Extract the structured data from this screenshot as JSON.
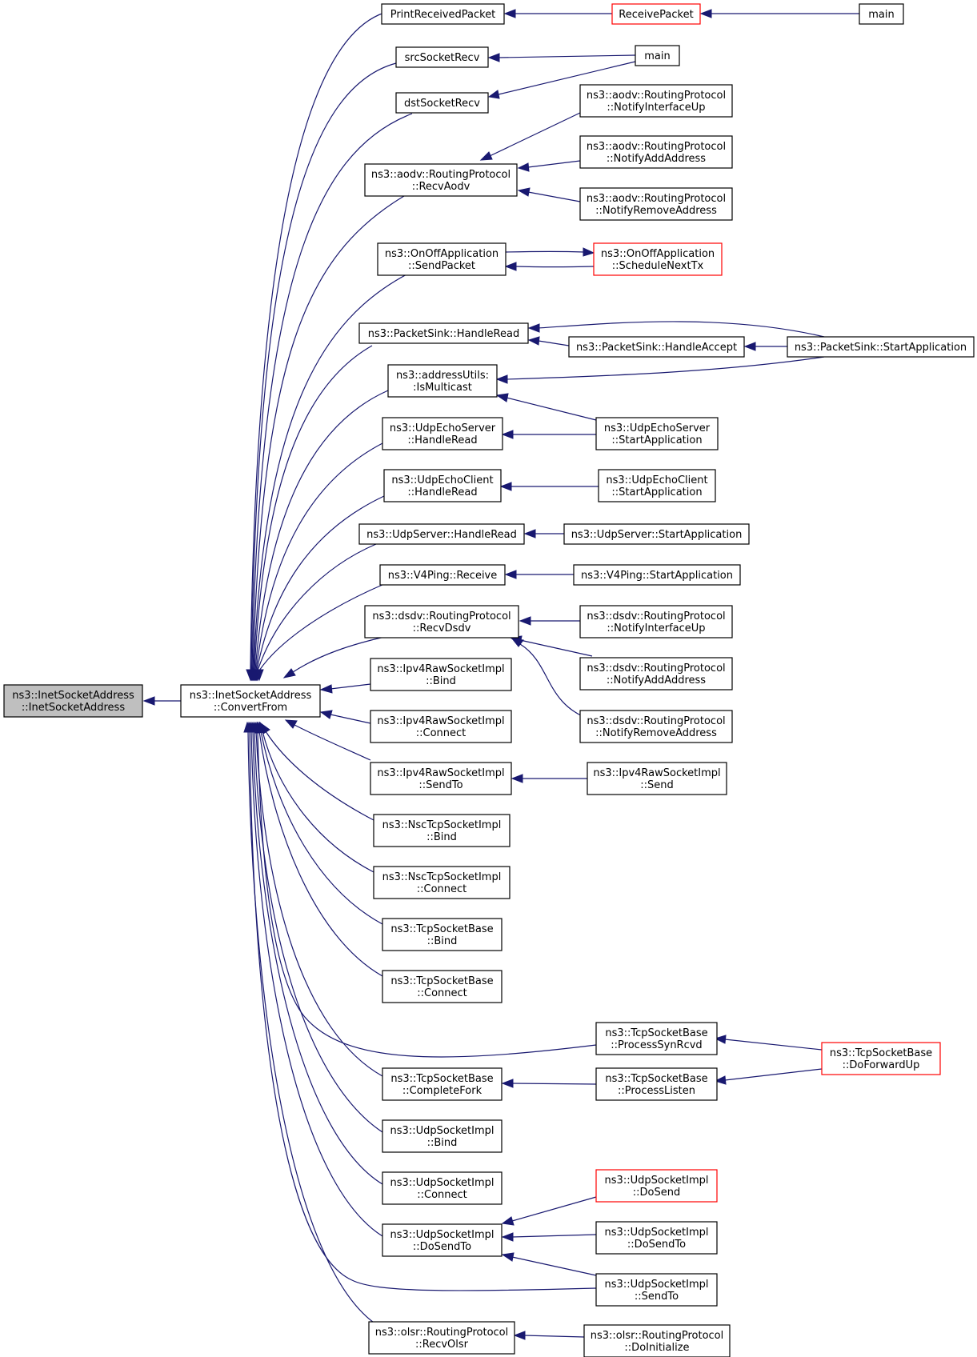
{
  "nodes": {
    "root": [
      "ns3::InetSocketAddress",
      "::InetSocketAddress"
    ],
    "convertFrom": [
      "ns3::InetSocketAddress",
      "::ConvertFrom"
    ],
    "printReceivedPacket": [
      "PrintReceivedPacket"
    ],
    "receivePacket": [
      "ReceivePacket"
    ],
    "main1": [
      "main"
    ],
    "srcSocketRecv": [
      "srcSocketRecv"
    ],
    "main2": [
      "main"
    ],
    "dstSocketRecv": [
      "dstSocketRecv"
    ],
    "aodvNotifyIfUp": [
      "ns3::aodv::RoutingProtocol",
      "::NotifyInterfaceUp"
    ],
    "aodvNotifyAdd": [
      "ns3::aodv::RoutingProtocol",
      "::NotifyAddAddress"
    ],
    "aodvRecv": [
      "ns3::aodv::RoutingProtocol",
      "::RecvAodv"
    ],
    "aodvNotifyRemove": [
      "ns3::aodv::RoutingProtocol",
      "::NotifyRemoveAddress"
    ],
    "onoffSend": [
      "ns3::OnOffApplication",
      "::SendPacket"
    ],
    "onoffSchedule": [
      "ns3::OnOffApplication",
      "::ScheduleNextTx"
    ],
    "sinkHandleRead": [
      "ns3::PacketSink::HandleRead"
    ],
    "sinkHandleAccept": [
      "ns3::PacketSink::HandleAccept"
    ],
    "sinkStart": [
      "ns3::PacketSink::StartApplication"
    ],
    "isMulticast": [
      "ns3::addressUtils:",
      ":IsMulticast"
    ],
    "echoServerRead": [
      "ns3::UdpEchoServer",
      "::HandleRead"
    ],
    "echoServerStart": [
      "ns3::UdpEchoServer",
      "::StartApplication"
    ],
    "echoClientRead": [
      "ns3::UdpEchoClient",
      "::HandleRead"
    ],
    "echoClientStart": [
      "ns3::UdpEchoClient",
      "::StartApplication"
    ],
    "udpServerRead": [
      "ns3::UdpServer::HandleRead"
    ],
    "udpServerStart": [
      "ns3::UdpServer::StartApplication"
    ],
    "v4Receive": [
      "ns3::V4Ping::Receive"
    ],
    "v4Start": [
      "ns3::V4Ping::StartApplication"
    ],
    "dsdvRecv": [
      "ns3::dsdv::RoutingProtocol",
      "::RecvDsdv"
    ],
    "dsdvNotifyIfUp": [
      "ns3::dsdv::RoutingProtocol",
      "::NotifyInterfaceUp"
    ],
    "dsdvNotifyAdd": [
      "ns3::dsdv::RoutingProtocol",
      "::NotifyAddAddress"
    ],
    "dsdvNotifyRemove": [
      "ns3::dsdv::RoutingProtocol",
      "::NotifyRemoveAddress"
    ],
    "rawBind": [
      "ns3::Ipv4RawSocketImpl",
      "::Bind"
    ],
    "rawConnect": [
      "ns3::Ipv4RawSocketImpl",
      "::Connect"
    ],
    "rawSendTo": [
      "ns3::Ipv4RawSocketImpl",
      "::SendTo"
    ],
    "rawSend": [
      "ns3::Ipv4RawSocketImpl",
      "::Send"
    ],
    "nscBind": [
      "ns3::NscTcpSocketImpl",
      "::Bind"
    ],
    "nscConnect": [
      "ns3::NscTcpSocketImpl",
      "::Connect"
    ],
    "tcpBind": [
      "ns3::TcpSocketBase",
      "::Bind"
    ],
    "tcpConnect": [
      "ns3::TcpSocketBase",
      "::Connect"
    ],
    "tcpSynRcvd": [
      "ns3::TcpSocketBase",
      "::ProcessSynRcvd"
    ],
    "tcpForwardUp": [
      "ns3::TcpSocketBase",
      "::DoForwardUp"
    ],
    "tcpCompleteFork": [
      "ns3::TcpSocketBase",
      "::CompleteFork"
    ],
    "tcpListen": [
      "ns3::TcpSocketBase",
      "::ProcessListen"
    ],
    "udpBind": [
      "ns3::UdpSocketImpl",
      "::Bind"
    ],
    "udpConnect": [
      "ns3::UdpSocketImpl",
      "::Connect"
    ],
    "udpDoSend": [
      "ns3::UdpSocketImpl",
      "::DoSend"
    ],
    "udpDoSendTo": [
      "ns3::UdpSocketImpl",
      "::DoSendTo"
    ],
    "udpDoSendTo2": [
      "ns3::UdpSocketImpl",
      "::DoSendTo"
    ],
    "udpSendTo": [
      "ns3::UdpSocketImpl",
      "::SendTo"
    ],
    "olsrRecv": [
      "ns3::olsr::RoutingProtocol",
      "::RecvOlsr"
    ],
    "olsrInit": [
      "ns3::olsr::RoutingProtocol",
      "::DoInitialize"
    ]
  },
  "colors": {
    "edge": "#191970",
    "node_border": "#000000",
    "node_border_truncated": "#ff0000",
    "root_fill": "#bfbfbf"
  }
}
